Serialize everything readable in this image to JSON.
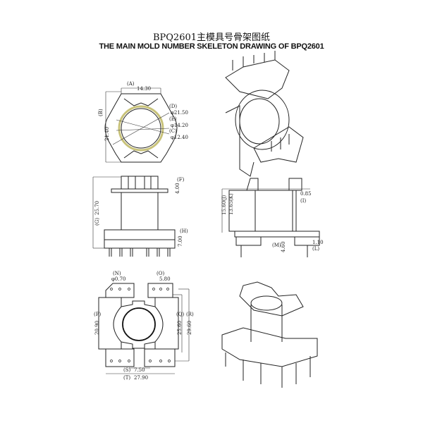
{
  "title_cn": "BPQ2601主模具号骨架图纸",
  "title_en": "THE MAIN MOLD NUMBER SKELETON DRAWING OF BPQ2601",
  "top_view": {
    "A": "(A)",
    "A_val": "14.30",
    "B": "(B)",
    "B_val": "21.40",
    "D": "(D)",
    "D_val": "φ21.50",
    "E": "(E)",
    "E_val": "φ14.20",
    "C": "(C)",
    "C_val": "φ12.40"
  },
  "front_view": {
    "F": "(F)",
    "F_val": "4.00",
    "G": "(G)",
    "G_val": "25.70",
    "H": "(H)",
    "H_val": "7.00"
  },
  "side_view": {
    "I": "(I)",
    "I_val": "0.85",
    "J": "(J)",
    "J_val": "15.60",
    "K": "(K)",
    "K_val": "13.65",
    "M": "(M)",
    "M_val": "4.60",
    "L": "(L)",
    "L_val": "1.10"
  },
  "bottom_view": {
    "N": "(N)",
    "N_val": "φ0.70",
    "O": "(O)",
    "O_val": "5.80",
    "P": "(P)",
    "P_val": "20.90",
    "Q": "(Q)",
    "Q_val": "25.60",
    "R": "(R)",
    "R_val": "29.60",
    "S": "(S)",
    "S_val": "7.50",
    "T": "(T)",
    "T_val": "27.90"
  },
  "colors": {
    "line": "#222222",
    "bobbin_ring": "#c8c27a"
  }
}
